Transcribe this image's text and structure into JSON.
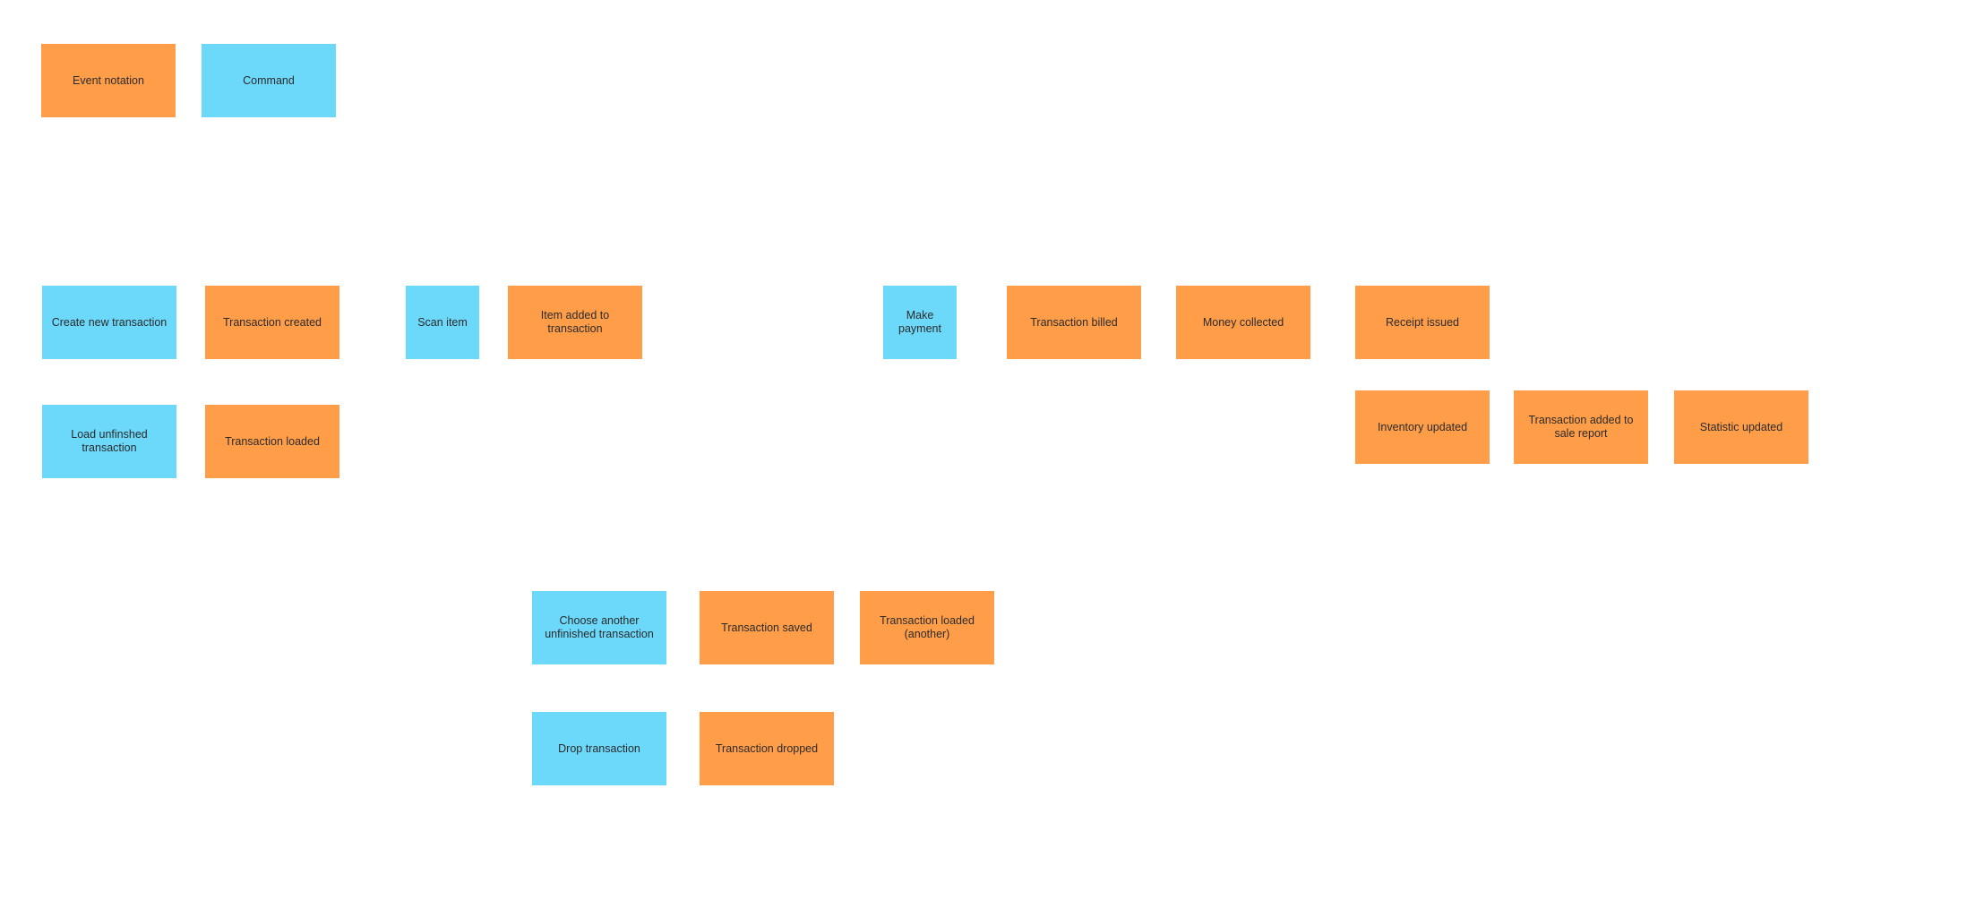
{
  "legend": {
    "event": "Event notation",
    "command": "Command"
  },
  "colors": {
    "event": "#ff9d48",
    "command": "#6cd8fa",
    "background": "#ffffff"
  },
  "flow_main": {
    "create_new_transaction": "Create new transaction",
    "transaction_created": "Transaction created",
    "scan_item": "Scan item",
    "item_added": "Item added to transaction",
    "make_payment": "Make payment",
    "transaction_billed": "Transaction billed",
    "money_collected": "Money collected",
    "receipt_issued": "Receipt issued"
  },
  "flow_load": {
    "load_unfinished": "Load unfinshed transaction",
    "transaction_loaded": "Transaction loaded"
  },
  "flow_post_payment": {
    "inventory_updated": "Inventory updated",
    "added_to_sale_report": "Transaction added to sale report",
    "statistic_updated": "Statistic updated"
  },
  "flow_switch": {
    "choose_another": "Choose another unfinished transaction",
    "transaction_saved": "Transaction saved",
    "transaction_loaded_another": "Transaction loaded (another)"
  },
  "flow_drop": {
    "drop_transaction": "Drop transaction",
    "transaction_dropped": "Transaction dropped"
  }
}
